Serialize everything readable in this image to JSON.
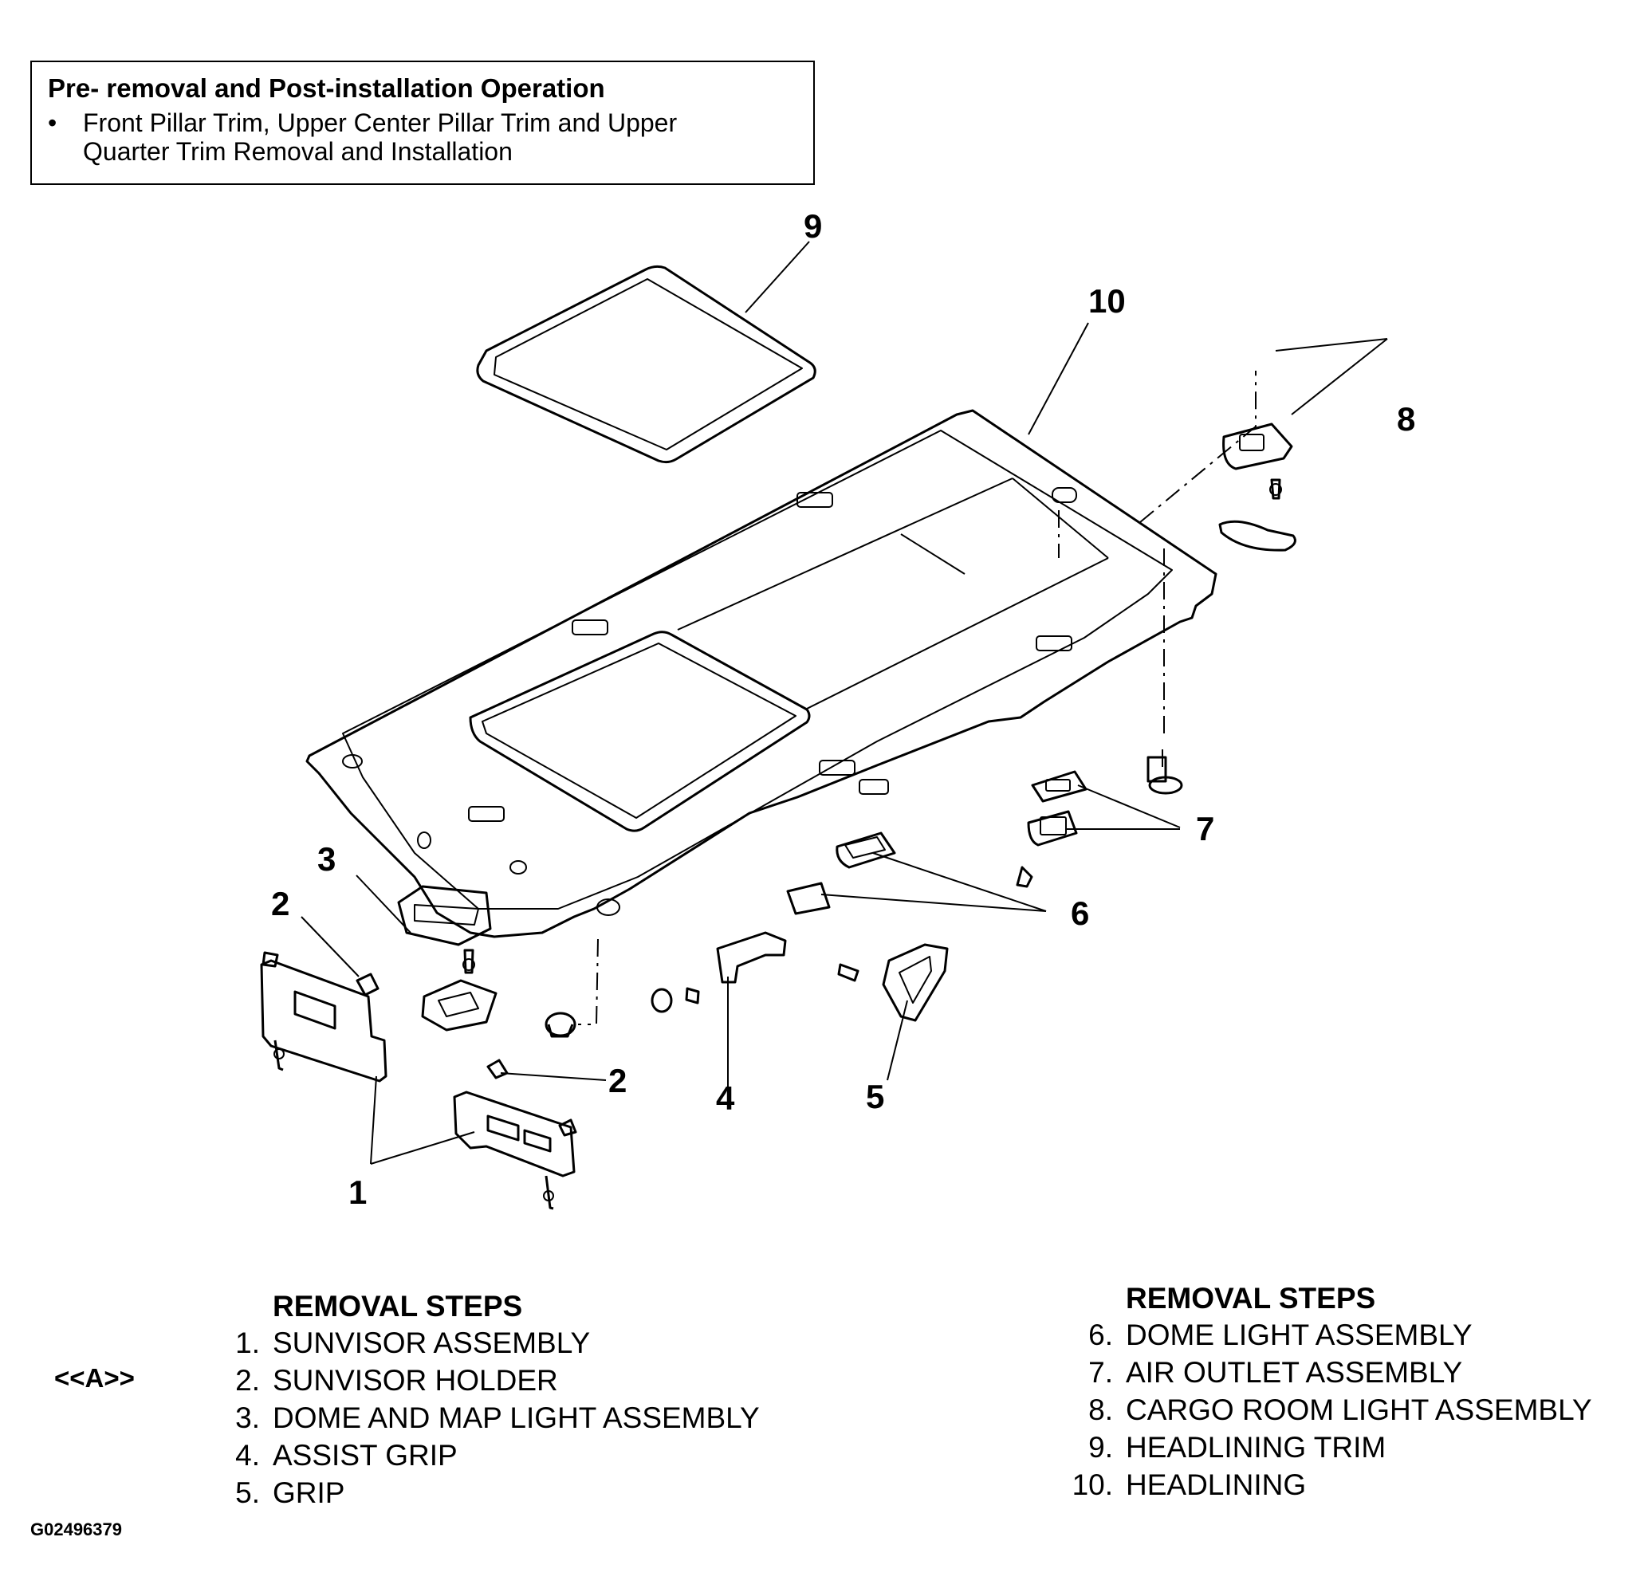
{
  "pre_operation": {
    "title": "Pre- removal and Post-installation Operation",
    "bullet": "•",
    "item_line1": "Front Pillar Trim, Upper Center Pillar Trim and Upper",
    "item_line2": "Quarter Trim Removal and Installation"
  },
  "callouts": {
    "c1": "1",
    "c2a": "2",
    "c2b": "2",
    "c3": "3",
    "c4": "4",
    "c5": "5",
    "c6": "6",
    "c7": "7",
    "c8": "8",
    "c9": "9",
    "c10": "10"
  },
  "removal_steps_left": {
    "heading": "REMOVAL STEPS",
    "marker": "<<A>>",
    "items": [
      {
        "num": "1.",
        "label": "SUNVISOR ASSEMBLY"
      },
      {
        "num": "2.",
        "label": "SUNVISOR HOLDER"
      },
      {
        "num": "3.",
        "label": "DOME AND MAP LIGHT ASSEMBLY"
      },
      {
        "num": "4.",
        "label": "ASSIST GRIP"
      },
      {
        "num": "5.",
        "label": "GRIP"
      }
    ]
  },
  "removal_steps_right": {
    "heading": "REMOVAL STEPS",
    "items": [
      {
        "num": "6.",
        "label": "DOME LIGHT ASSEMBLY"
      },
      {
        "num": "7.",
        "label": "AIR OUTLET ASSEMBLY"
      },
      {
        "num": "8.",
        "label": "CARGO ROOM LIGHT ASSEMBLY"
      },
      {
        "num": "9.",
        "label": "HEADLINING TRIM"
      },
      {
        "num": "10.",
        "label": "HEADLINING"
      }
    ]
  },
  "figure_id": "G02496379"
}
